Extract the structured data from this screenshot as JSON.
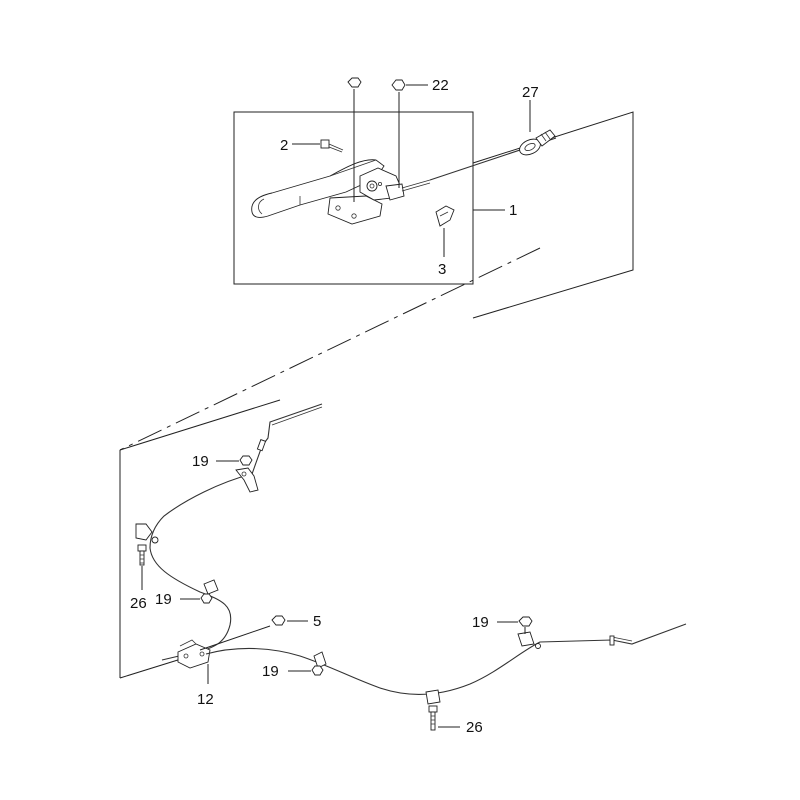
{
  "diagram": {
    "callouts": {
      "c1": "1",
      "c2": "2",
      "c3": "3",
      "c5": "5",
      "c12": "12",
      "c19a": "19",
      "c19b": "19",
      "c19c": "19",
      "c19d": "19",
      "c22": "22",
      "c26a": "26",
      "c26b": "26",
      "c27": "27"
    }
  }
}
